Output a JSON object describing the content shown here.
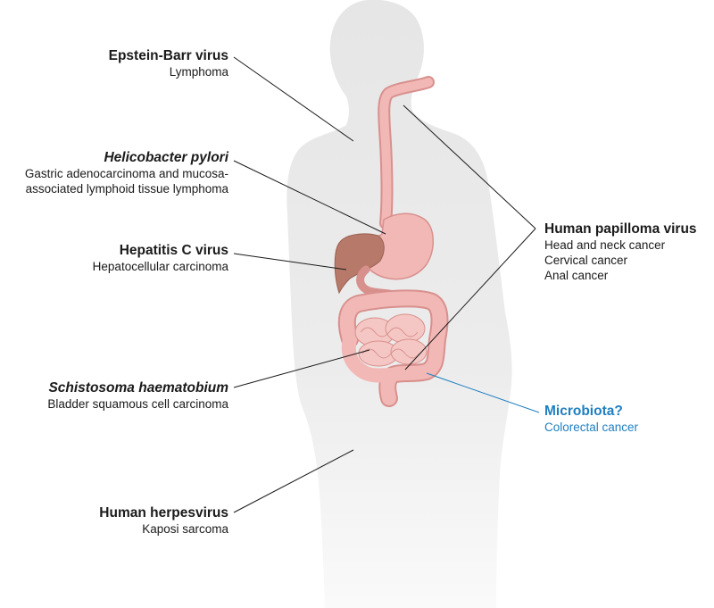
{
  "labels": {
    "ebv": {
      "title": "Epstein-Barr virus",
      "lines": [
        "Lymphoma"
      ]
    },
    "hpylori": {
      "title": "Helicobacter pylori",
      "lines": [
        "Gastric adenocarcinoma and mucosa-",
        "associated lymphoid tissue lymphoma"
      ]
    },
    "hcv": {
      "title": "Hepatitis C virus",
      "lines": [
        "Hepatocellular carcinoma"
      ]
    },
    "schisto": {
      "title": "Schistosoma haematobium",
      "lines": [
        "Bladder squamous cell carcinoma"
      ]
    },
    "herpes": {
      "title": "Human herpesvirus",
      "lines": [
        "Kaposi sarcoma"
      ]
    },
    "hpv": {
      "title": "Human papilloma virus",
      "lines": [
        "Head and neck cancer",
        "Cervical cancer",
        "Anal cancer"
      ]
    },
    "microbiota": {
      "title": "Microbiota?",
      "lines": [
        "Colorectal cancer"
      ]
    }
  },
  "colors": {
    "silhouette": "#e9e9e9",
    "gut": "#f2b8b6",
    "gut_outline": "#d8908d",
    "liver": "#b77a6a",
    "leader": "#1a1a1a",
    "accent": "#1f7fc1"
  }
}
